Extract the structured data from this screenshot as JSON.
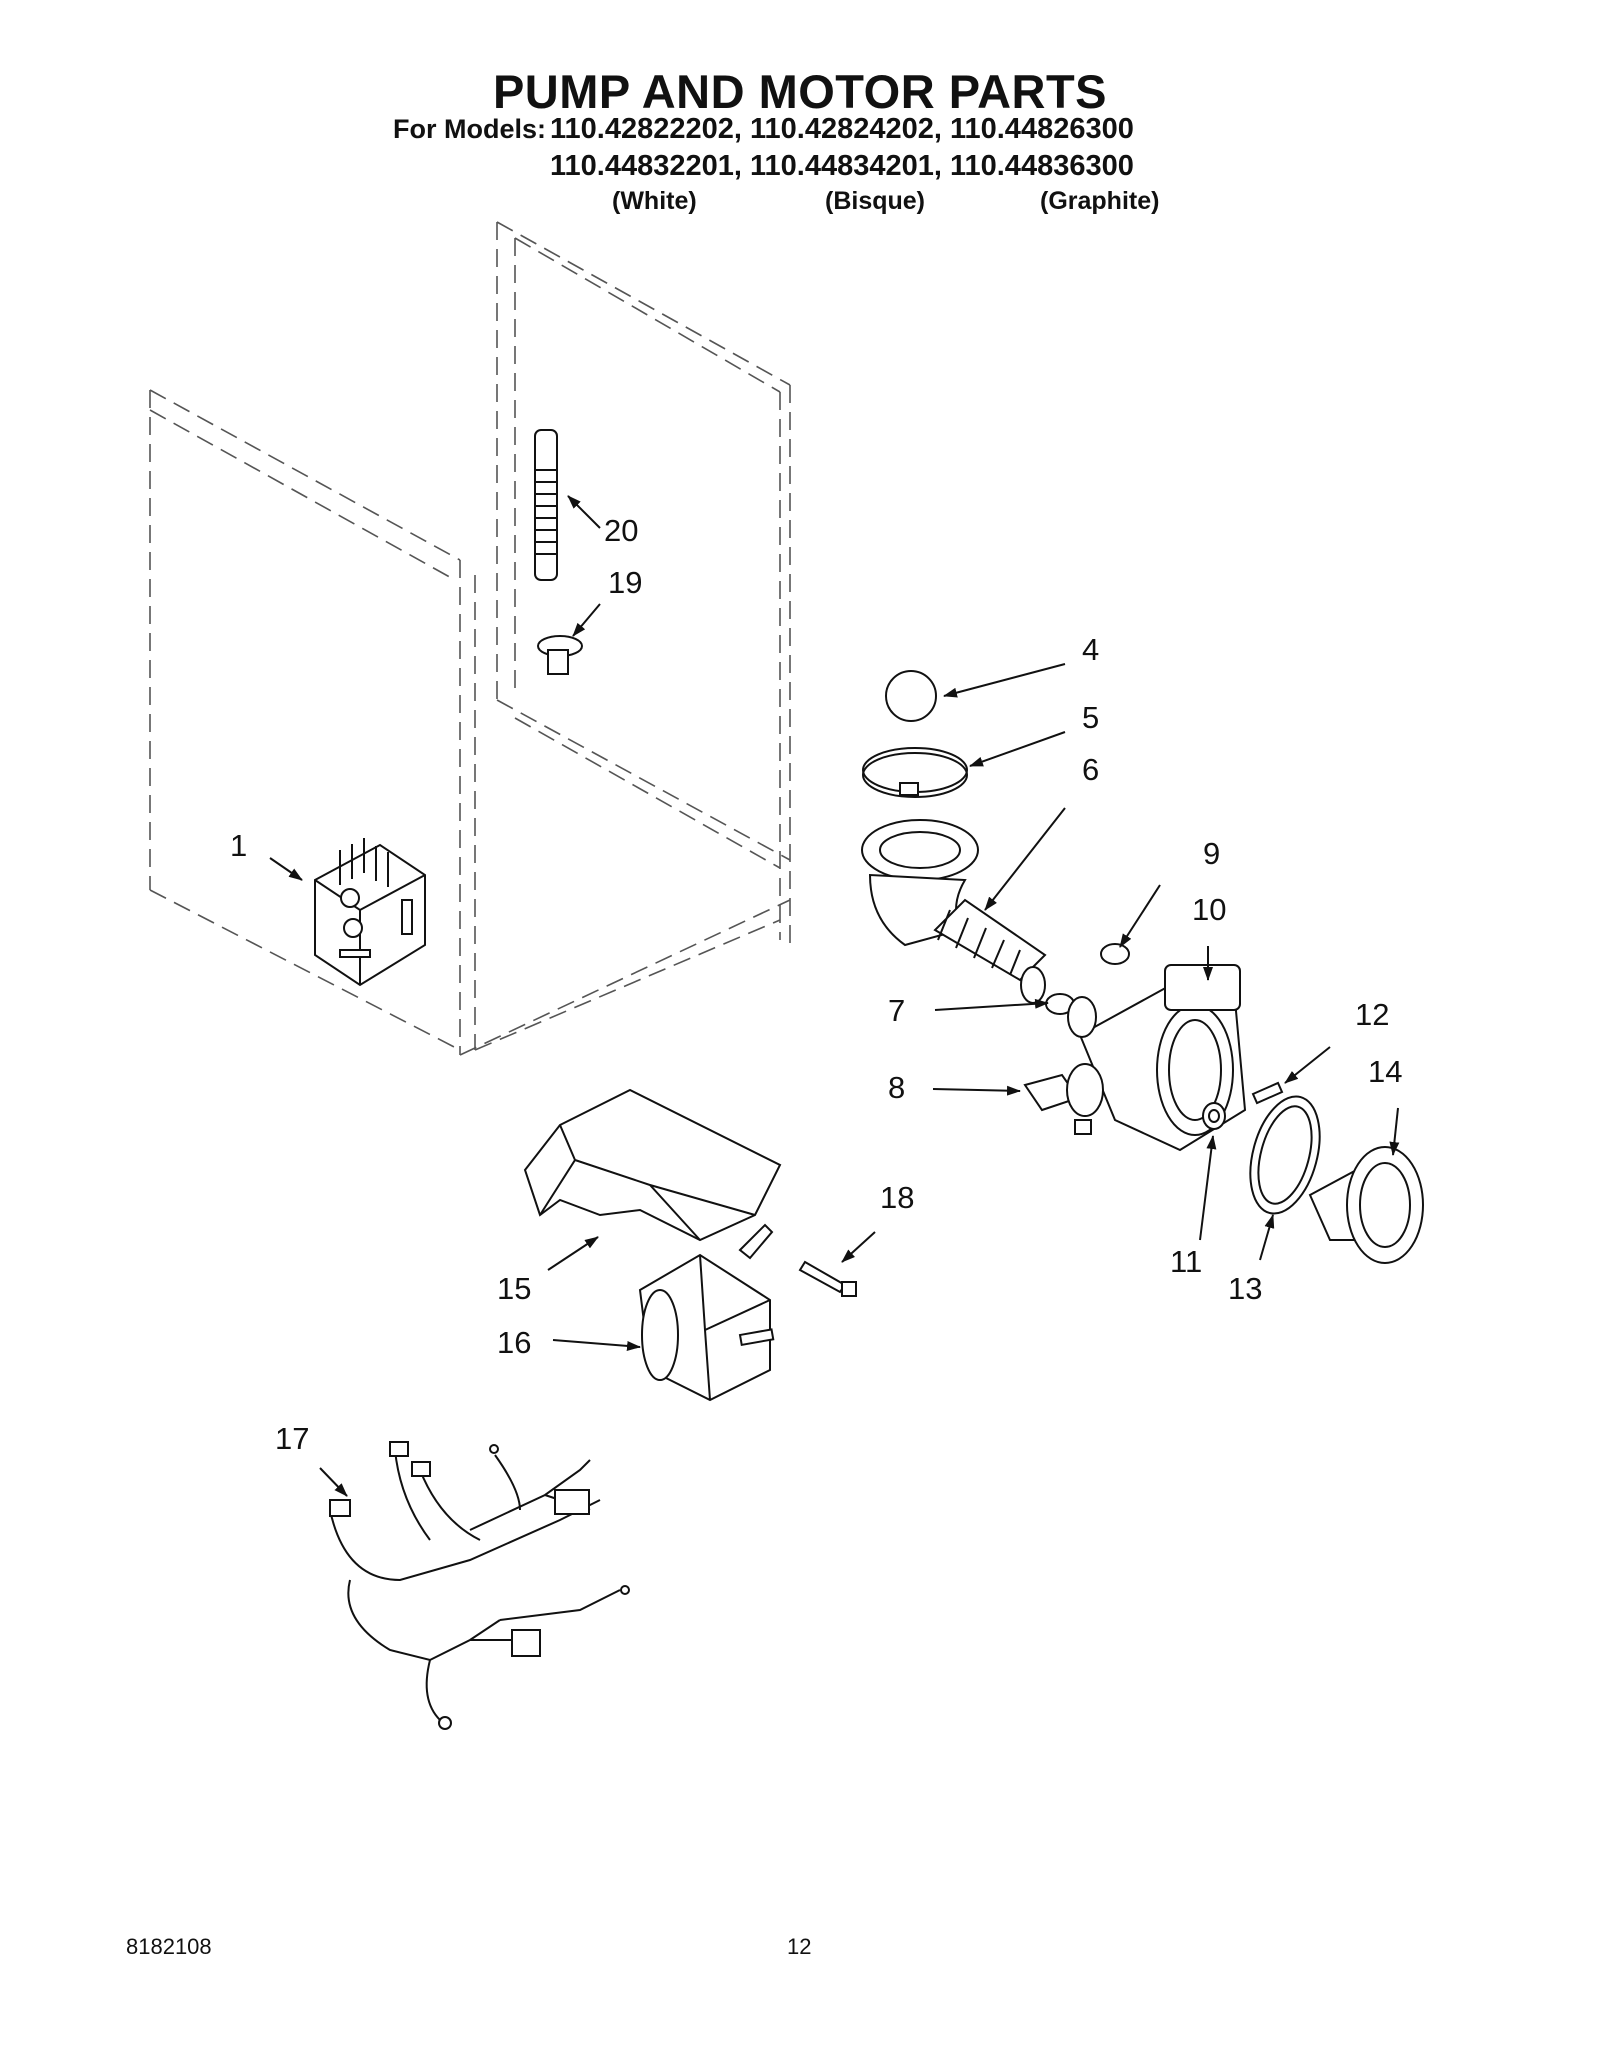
{
  "header": {
    "title": "PUMP AND MOTOR PARTS",
    "models_label": "For Models:",
    "models_row1": "110.42822202, 110.42824202, 110.44826300",
    "models_row2": "110.44832201, 110.44834201, 110.44836300",
    "colors": [
      "(White)",
      "(Bisque)",
      "(Graphite)"
    ]
  },
  "callouts": [
    "1",
    "4",
    "5",
    "6",
    "7",
    "8",
    "9",
    "10",
    "11",
    "12",
    "13",
    "14",
    "15",
    "16",
    "17",
    "18",
    "19",
    "20"
  ],
  "footer": {
    "doc_number": "8182108",
    "page_number": "12"
  }
}
